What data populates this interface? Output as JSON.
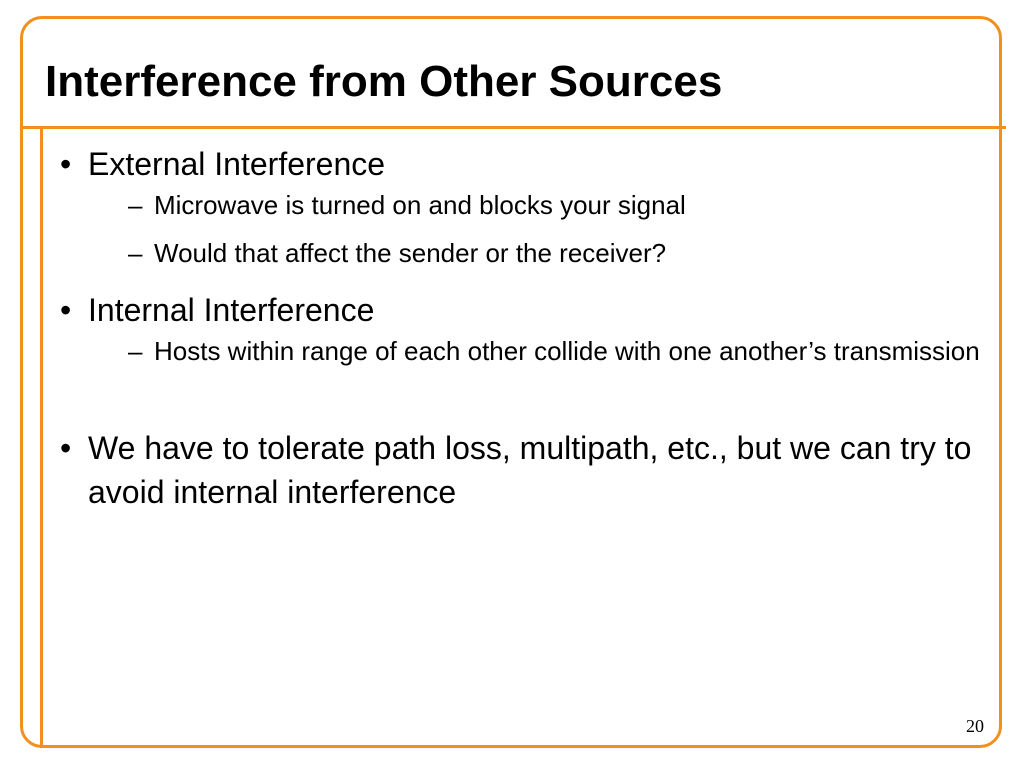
{
  "slide": {
    "title": "Interference from Other Sources",
    "page_number": "20",
    "accent_color": "#f2901e",
    "bullet_glyph": "•",
    "dash_glyph": "–",
    "bullets": [
      {
        "text": "External Interference",
        "subs": [
          "Microwave is turned on and blocks your signal",
          "Would that affect the sender or the receiver?"
        ]
      },
      {
        "text": "Internal Interference",
        "subs": [
          "Hosts within range of each other collide with one another’s transmission"
        ]
      },
      {
        "text": "We have to tolerate path loss, multipath, etc., but we can try to avoid internal interference"
      }
    ]
  }
}
